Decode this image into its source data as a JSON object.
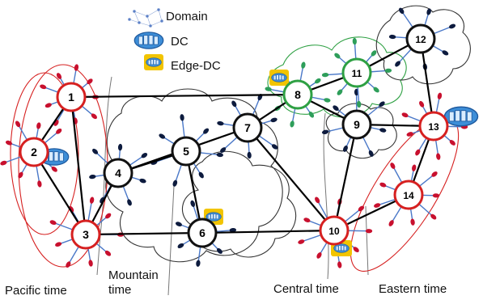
{
  "legend": {
    "domain_label": "Domain",
    "dc_label": "DC",
    "edge_dc_label": "Edge-DC"
  },
  "zones": {
    "pacific": "Pacific time",
    "mountain_line1": "Mountain",
    "mountain_line2": "time",
    "central": "Central time",
    "eastern": "Eastern time"
  },
  "nodes": [
    {
      "id": "1",
      "type": "red"
    },
    {
      "id": "2",
      "type": "red"
    },
    {
      "id": "3",
      "type": "red"
    },
    {
      "id": "4",
      "type": "black"
    },
    {
      "id": "5",
      "type": "black"
    },
    {
      "id": "6",
      "type": "black"
    },
    {
      "id": "7",
      "type": "black"
    },
    {
      "id": "8",
      "type": "green"
    },
    {
      "id": "9",
      "type": "black"
    },
    {
      "id": "10",
      "type": "red"
    },
    {
      "id": "11",
      "type": "green"
    },
    {
      "id": "12",
      "type": "black"
    },
    {
      "id": "13",
      "type": "red"
    },
    {
      "id": "14",
      "type": "red"
    }
  ],
  "links": [
    [
      "1",
      "2"
    ],
    [
      "1",
      "3"
    ],
    [
      "1",
      "8"
    ],
    [
      "2",
      "3"
    ],
    [
      "3",
      "4"
    ],
    [
      "3",
      "6"
    ],
    [
      "4",
      "5"
    ],
    [
      "4",
      "7"
    ],
    [
      "5",
      "6"
    ],
    [
      "6",
      "10"
    ],
    [
      "7",
      "8"
    ],
    [
      "7",
      "10"
    ],
    [
      "8",
      "9"
    ],
    [
      "8",
      "11"
    ],
    [
      "9",
      "13"
    ],
    [
      "9",
      "10"
    ],
    [
      "10",
      "14"
    ],
    [
      "11",
      "12"
    ],
    [
      "12",
      "13"
    ],
    [
      "13",
      "14"
    ]
  ],
  "colors": {
    "red": "#d62020",
    "black": "#111111",
    "green": "#2ea043",
    "spoke": "#4a78c8",
    "leaf_red": "#c8102e",
    "leaf_black": "#0d1b3e",
    "leaf_green": "#2e9e5a",
    "edge_dc": "#f2c400"
  }
}
